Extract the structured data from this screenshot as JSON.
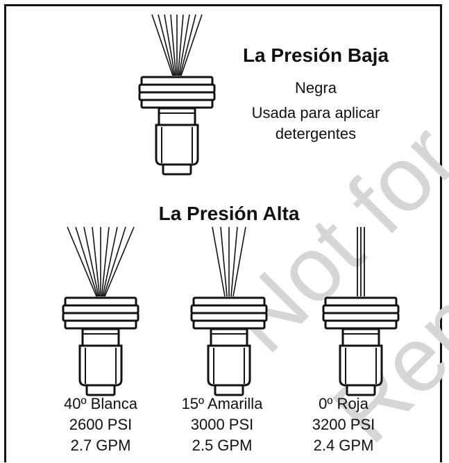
{
  "watermark": {
    "word1": "Not for",
    "word2": "Repro"
  },
  "low_pressure": {
    "title": "La Presión Baja",
    "color": "Negra",
    "use_line1": "Usada para aplicar",
    "use_line2": "detergentes"
  },
  "high_pressure": {
    "title": "La Presión Alta"
  },
  "nozzles": [
    {
      "angle_color": "40º Blanca",
      "psi": "2600 PSI",
      "gpm": "2.7 GPM"
    },
    {
      "angle_color": "15º Amarilla",
      "psi": "3000 PSI",
      "gpm": "2.5 GPM"
    },
    {
      "angle_color": "0º Roja",
      "psi": "3200 PSI",
      "gpm": "2.4 GPM"
    }
  ]
}
